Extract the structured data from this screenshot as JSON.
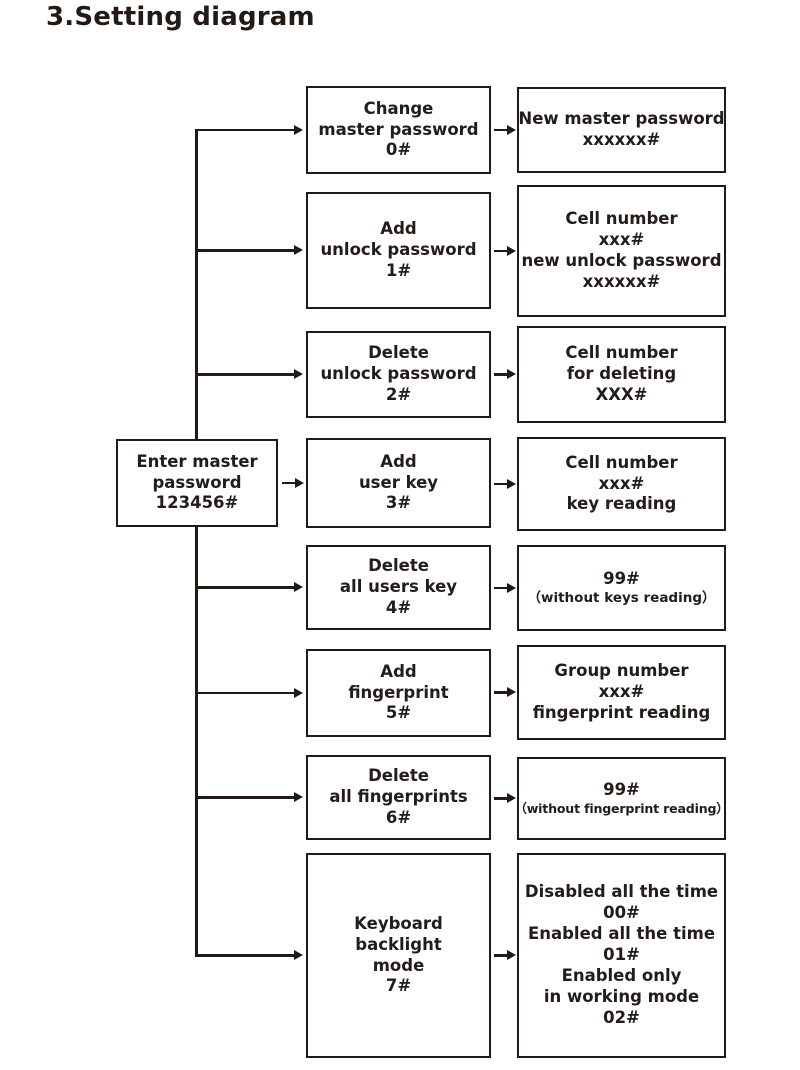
{
  "title": "3.Setting diagram",
  "diagram": {
    "type": "flowchart",
    "entry": {
      "id": "enter-master-password",
      "lines": [
        "Enter master",
        "password",
        "123456#"
      ]
    },
    "branches": [
      {
        "code": "0#",
        "action": {
          "id": "change-master-password",
          "lines": [
            "Change",
            "master password",
            "0#"
          ]
        },
        "result": {
          "id": "new-master-password",
          "lines": [
            "New master password",
            "xxxxxx#"
          ]
        }
      },
      {
        "code": "1#",
        "action": {
          "id": "add-unlock-password",
          "lines": [
            "Add",
            "unlock password",
            "1#"
          ]
        },
        "result": {
          "id": "cell-number-new-unlock-password",
          "lines": [
            "Cell number",
            "xxx#",
            "new unlock password",
            "xxxxxx#"
          ]
        }
      },
      {
        "code": "2#",
        "action": {
          "id": "delete-unlock-password",
          "lines": [
            "Delete",
            "unlock password",
            "2#"
          ]
        },
        "result": {
          "id": "cell-number-for-deleting",
          "lines": [
            "Cell number",
            "for deleting",
            "XXX#"
          ]
        }
      },
      {
        "code": "3#",
        "action": {
          "id": "add-user-key",
          "lines": [
            "Add",
            "user key",
            "3#"
          ]
        },
        "result": {
          "id": "cell-number-key-reading",
          "lines": [
            "Cell number",
            "xxx#",
            "key reading"
          ]
        }
      },
      {
        "code": "4#",
        "action": {
          "id": "delete-all-users-key",
          "lines": [
            "Delete",
            "all users key",
            "4#"
          ]
        },
        "result": {
          "id": "delete-keys-confirm",
          "lines": [
            "99#",
            "（without keys reading）"
          ]
        }
      },
      {
        "code": "5#",
        "action": {
          "id": "add-fingerprint",
          "lines": [
            "Add",
            "fingerprint",
            "5#"
          ]
        },
        "result": {
          "id": "group-number-fingerprint-reading",
          "lines": [
            "Group number",
            "xxx#",
            "fingerprint reading"
          ]
        }
      },
      {
        "code": "6#",
        "action": {
          "id": "delete-all-fingerprints",
          "lines": [
            "Delete",
            "all fingerprints",
            "6#"
          ]
        },
        "result": {
          "id": "delete-fingerprints-confirm",
          "lines": [
            "99#",
            "（without fingerprint reading）"
          ]
        }
      },
      {
        "code": "7#",
        "action": {
          "id": "keyboard-backlight-mode",
          "lines": [
            "Keyboard",
            "backlight",
            "mode",
            "7#"
          ]
        },
        "result": {
          "id": "backlight-mode-options",
          "lines": [
            "Disabled all the time",
            "00#",
            "Enabled all the time",
            "01#",
            "Enabled only",
            "in working mode",
            "02#"
          ]
        }
      }
    ]
  },
  "colors": {
    "ink": "#231a16",
    "text": "#241c18",
    "background": "#ffffff"
  }
}
